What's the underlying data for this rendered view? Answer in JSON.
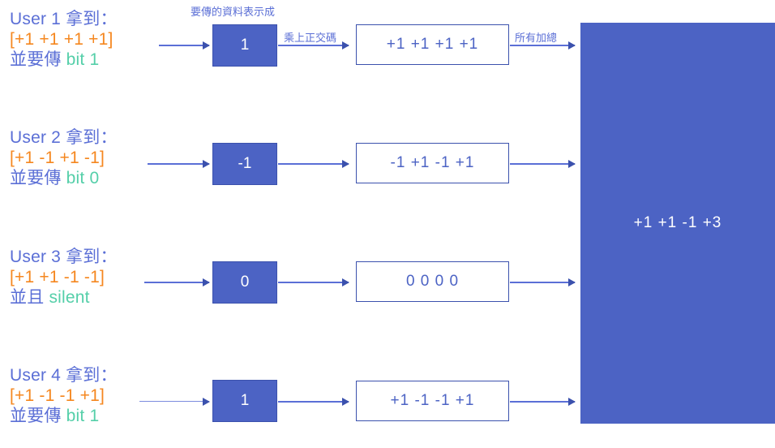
{
  "diagram": {
    "title_label": "要傳的資料表示成",
    "captions": {
      "encode": "乘上正交碼",
      "sum": "所有加總"
    },
    "users": [
      {
        "name": "User 1 拿到：",
        "code": "[+1 +1 +1 +1]",
        "action_prefix": "並要傳 ",
        "action_value": "bit 1",
        "symbol": "1",
        "spread": "+1 +1 +1 +1"
      },
      {
        "name": "User 2 拿到：",
        "code": "[+1 -1 +1 -1]",
        "action_prefix": "並要傳 ",
        "action_value": "bit 0",
        "symbol": "-1",
        "spread": "-1 +1 -1 +1"
      },
      {
        "name": "User 3 拿到：",
        "code": "[+1 +1 -1 -1]",
        "action_prefix": "並且 ",
        "action_value": "silent",
        "symbol": "0",
        "spread": "0 0 0 0"
      },
      {
        "name": "User 4 拿到：",
        "code": "[+1 -1 -1 +1]",
        "action_prefix": "並要傳 ",
        "action_value": "bit 1",
        "symbol": "1",
        "spread": "+1 -1 -1 +1"
      }
    ],
    "combined_signal": "+1 +1 -1 +3",
    "colors": {
      "blue_fill": "#4C63C4",
      "blue_text": "#5B6FD6",
      "orange": "#F5871F",
      "green": "#55CFA9",
      "border": "#3B51AD"
    }
  }
}
